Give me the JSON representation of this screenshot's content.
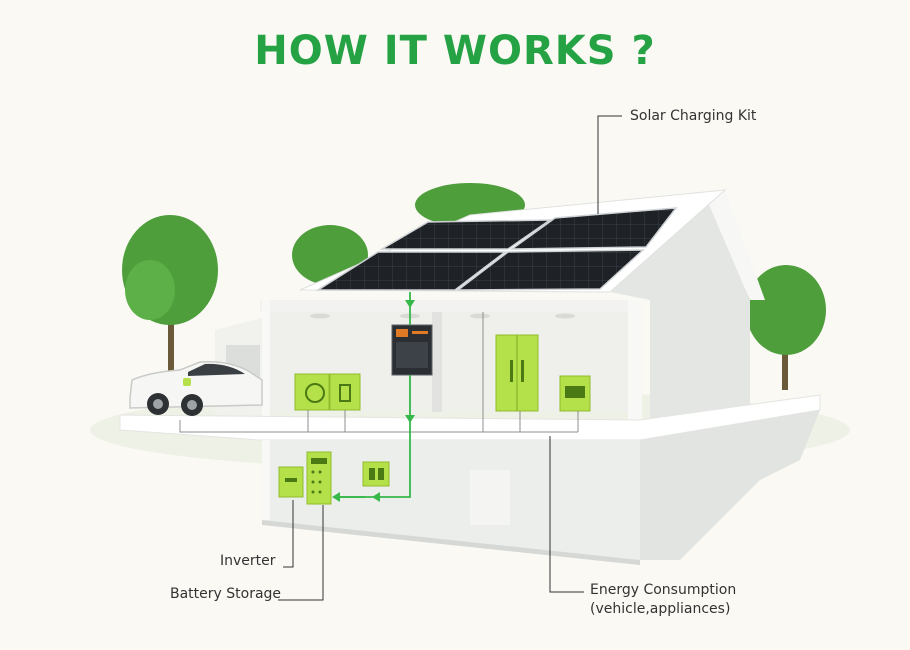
{
  "title": "HOW IT WORKS ?",
  "labels": {
    "solar_charging_kit": "Solar Charging Kit",
    "inverter": "Inverter",
    "battery_storage": "Battery Storage",
    "energy_consumption_line1": "Energy Consumption",
    "energy_consumption_line2": "(vehicle,appliances)"
  },
  "colors": {
    "title_green": "#25a244",
    "device_green": "#b4e04a",
    "flow_green": "#36b84a",
    "tree_green": "#4e9e3c",
    "panel_dark": "#1e2226"
  },
  "icons": [
    "solar-panel-icon",
    "inverter-icon",
    "battery-storage-icon",
    "car-icon",
    "refrigerator-icon",
    "microwave-icon",
    "washing-machine-icon",
    "tree-icon"
  ]
}
